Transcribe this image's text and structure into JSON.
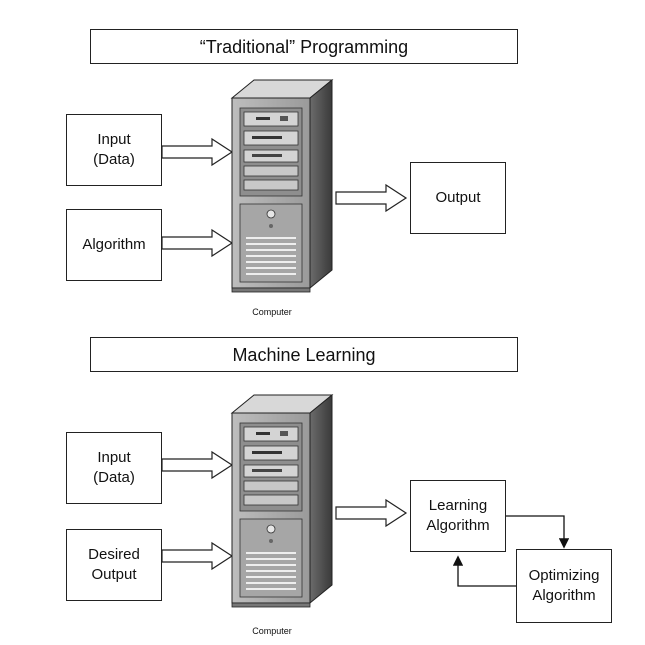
{
  "traditional": {
    "title": "“Traditional” Programming",
    "input_label": "Input\n(Data)",
    "algorithm_label": "Algorithm",
    "output_label": "Output",
    "computer_label": "Computer"
  },
  "ml": {
    "title": "Machine Learning",
    "input_label": "Input\n(Data)",
    "desired_label": "Desired\nOutput",
    "learning_label": "Learning\nAlgorithm",
    "optimizing_label": "Optimizing\nAlgorithm",
    "computer_label": "Computer"
  }
}
